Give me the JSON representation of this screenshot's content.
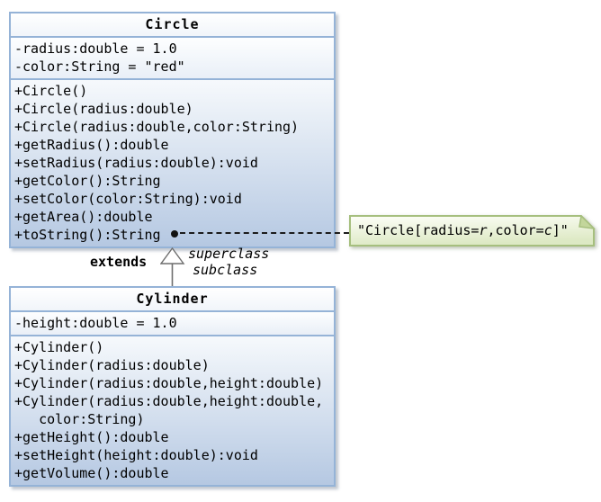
{
  "classes": [
    {
      "title": "Circle",
      "fields": [
        "-radius:double = 1.0",
        "-color:String = \"red\""
      ],
      "methods": [
        "+Circle()",
        "+Circle(radius:double)",
        "+Circle(radius:double,color:String)",
        "+getRadius():double",
        "+setRadius(radius:double):void",
        "+getColor():String",
        "+setColor(color:String):void",
        "+getArea():double",
        "+toString():String"
      ]
    },
    {
      "title": "Cylinder",
      "fields": [
        "-height:double = 1.0"
      ],
      "methods": [
        "+Cylinder()",
        "+Cylinder(radius:double)",
        "+Cylinder(radius:double,height:double)",
        "+Cylinder(radius:double,height:double,",
        "   color:String)",
        "+getHeight():double",
        "+setHeight(height:double):void",
        "+getVolume():double"
      ]
    }
  ],
  "relationship": {
    "label": "extends",
    "superclass_label": "superclass",
    "subclass_label": "subclass"
  },
  "note": {
    "prefix": "\"Circle[radius=",
    "var1": "r",
    "middle": ",color=",
    "var2": "c",
    "suffix": "]\""
  },
  "colors": {
    "box_border": "#95b3d7",
    "box_gradient_bottom": "#b5c8e2",
    "note_border": "#a6bf7e",
    "note_fill_bottom": "#dde9c4",
    "note_fold": "#c3d69b",
    "connector": "#1c1c1c"
  }
}
